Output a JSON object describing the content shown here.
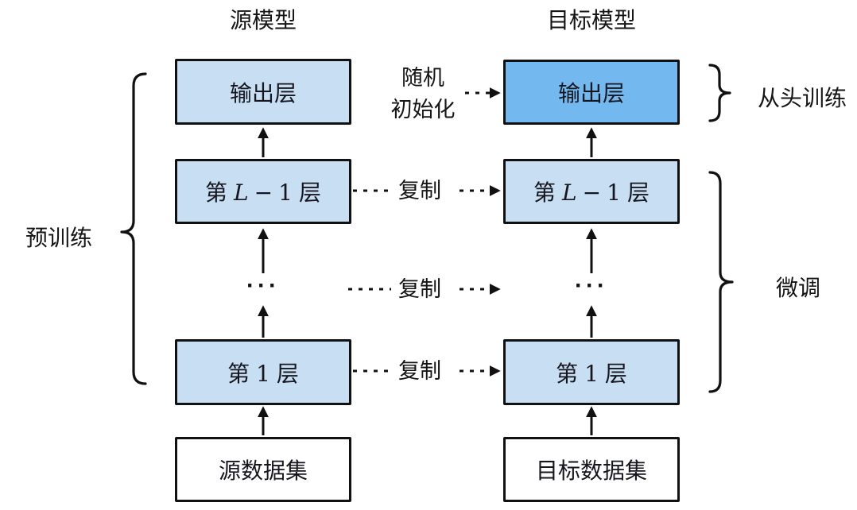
{
  "source_model": {
    "title": "源模型",
    "output_layer": "输出层",
    "layer_top": {
      "prefix": "第",
      "var": "L",
      "op": "−",
      "num": "1",
      "suffix": "层"
    },
    "ellipsis": "···",
    "layer_1": {
      "prefix": "第",
      "num": "1",
      "suffix": "层"
    },
    "dataset": "源数据集"
  },
  "target_model": {
    "title": "目标模型",
    "output_layer": "输出层",
    "layer_top": {
      "prefix": "第",
      "var": "L",
      "op": "−",
      "num": "1",
      "suffix": "层"
    },
    "ellipsis": "···",
    "layer_1": {
      "prefix": "第",
      "num": "1",
      "suffix": "层"
    },
    "dataset": "目标数据集"
  },
  "edges": {
    "random_init": {
      "line1": "随机",
      "line2": "初始化"
    },
    "copy": "复制"
  },
  "braces": {
    "pretrain": "预训练",
    "from_scratch": "从头训练",
    "finetune": "微调"
  },
  "colors": {
    "layer_light": "#c8def3",
    "layer_new": "#73b9f0",
    "dataset_bg": "#ffffff",
    "stroke": "#111111",
    "background": "#ffffff"
  }
}
